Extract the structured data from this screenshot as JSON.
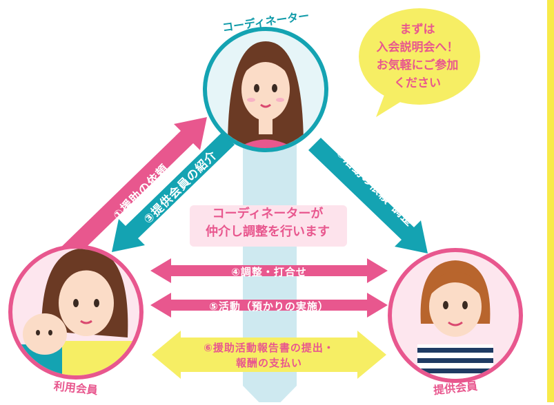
{
  "roles": {
    "coordinator": "コーディネーター",
    "user_member": "利用会員",
    "provider_member": "提供会員"
  },
  "bubble": {
    "lines": [
      "まずは",
      "入会説明会へ！",
      "お気軽にご参加",
      "ください"
    ]
  },
  "note": {
    "lines": [
      "コーディネーターが",
      "仲介し調整を行います"
    ]
  },
  "steps": {
    "s1": "①援助の依頼",
    "s2": "②活動の依頼･調整",
    "s3": "③提供会員の紹介",
    "s4": "④調整・打合せ",
    "s5": "⑤活動（預かりの実施）",
    "s6_line1": "⑥援助活動報告書の提出・",
    "s6_line2": "報酬の支払い"
  },
  "colors": {
    "pink": "#e8578e",
    "teal": "#14a3b2",
    "yellow": "#f6ee64",
    "light_blue": "#c9e7ee",
    "circle_fill": "#fde6ee"
  }
}
